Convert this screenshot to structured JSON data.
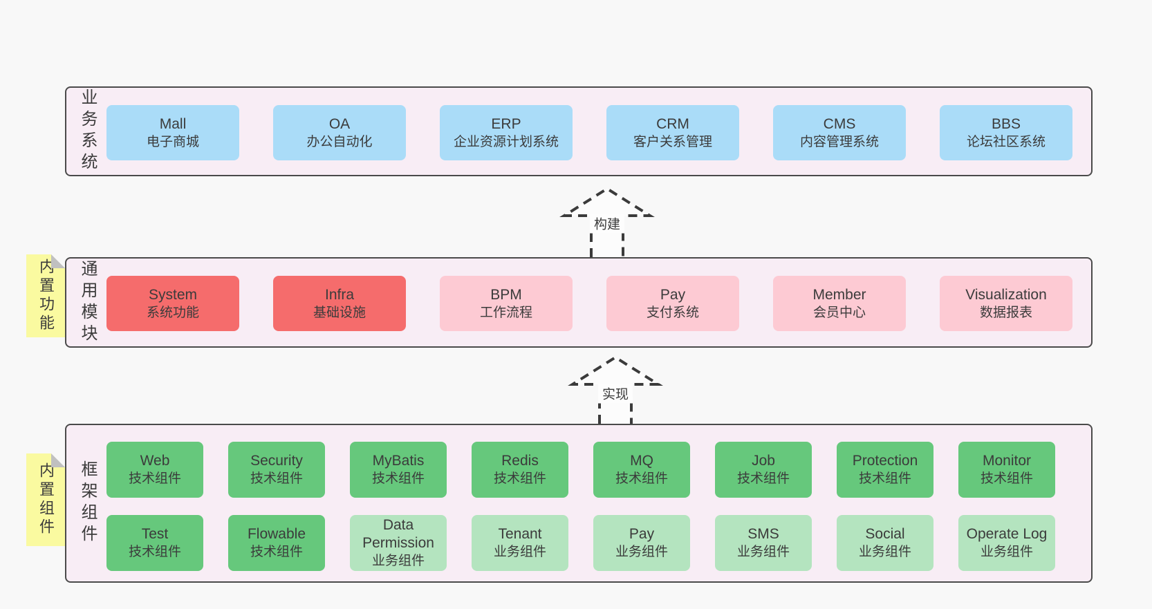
{
  "colors": {
    "page_bg": "#f8f8f8",
    "band_bg": "#f8edf5",
    "band_border": "#4a4a4a",
    "business_system_box": "#aadcf8",
    "core_module_box": "#f56c6c",
    "extension_module_box": "#fdcad3",
    "tech_component_box": "#66c87c",
    "biz_component_box": "#b4e4bf",
    "sticky_note": "#fafaa0",
    "note_fold": "#c0c0c0",
    "arrow_stroke": "#3b3b3b",
    "text": "#3b3b3b"
  },
  "bands": [
    {
      "label": "业务系统",
      "rows": [
        [
          {
            "name": "Mall",
            "desc": "电子商城"
          },
          {
            "name": "OA",
            "desc": "办公自动化"
          },
          {
            "name": "ERP",
            "desc": "企业资源计划系统"
          },
          {
            "name": "CRM",
            "desc": "客户关系管理"
          },
          {
            "name": "CMS",
            "desc": "内容管理系统"
          },
          {
            "name": "BBS",
            "desc": "论坛社区系统"
          }
        ]
      ]
    },
    {
      "label": "通用模块",
      "rows": [
        [
          {
            "name": "System",
            "desc": "系统功能"
          },
          {
            "name": "Infra",
            "desc": "基础设施"
          },
          {
            "name": "BPM",
            "desc": "工作流程"
          },
          {
            "name": "Pay",
            "desc": "支付系统"
          },
          {
            "name": "Member",
            "desc": "会员中心"
          },
          {
            "name": "Visualization",
            "desc": "数据报表"
          }
        ]
      ]
    },
    {
      "label": "框架组件",
      "rows": [
        [
          {
            "name": "Web",
            "desc": "技术组件"
          },
          {
            "name": "Security",
            "desc": "技术组件"
          },
          {
            "name": "MyBatis",
            "desc": "技术组件"
          },
          {
            "name": "Redis",
            "desc": "技术组件"
          },
          {
            "name": "MQ",
            "desc": "技术组件"
          },
          {
            "name": "Job",
            "desc": "技术组件"
          },
          {
            "name": "Protection",
            "desc": "技术组件"
          },
          {
            "name": "Monitor",
            "desc": "技术组件"
          }
        ],
        [
          {
            "name": "Test",
            "desc": "技术组件"
          },
          {
            "name": "Flowable",
            "desc": "技术组件"
          },
          {
            "name": "Data Permission",
            "desc": "业务组件"
          },
          {
            "name": "Tenant",
            "desc": "业务组件"
          },
          {
            "name": "Pay",
            "desc": "业务组件"
          },
          {
            "name": "SMS",
            "desc": "业务组件"
          },
          {
            "name": "Social",
            "desc": "业务组件"
          },
          {
            "name": "Operate Log",
            "desc": "业务组件"
          }
        ]
      ]
    }
  ],
  "notes": [
    {
      "text": "内置功能"
    },
    {
      "text": "内置组件"
    }
  ],
  "arrows": [
    {
      "label": "构建"
    },
    {
      "label": "实现"
    }
  ]
}
